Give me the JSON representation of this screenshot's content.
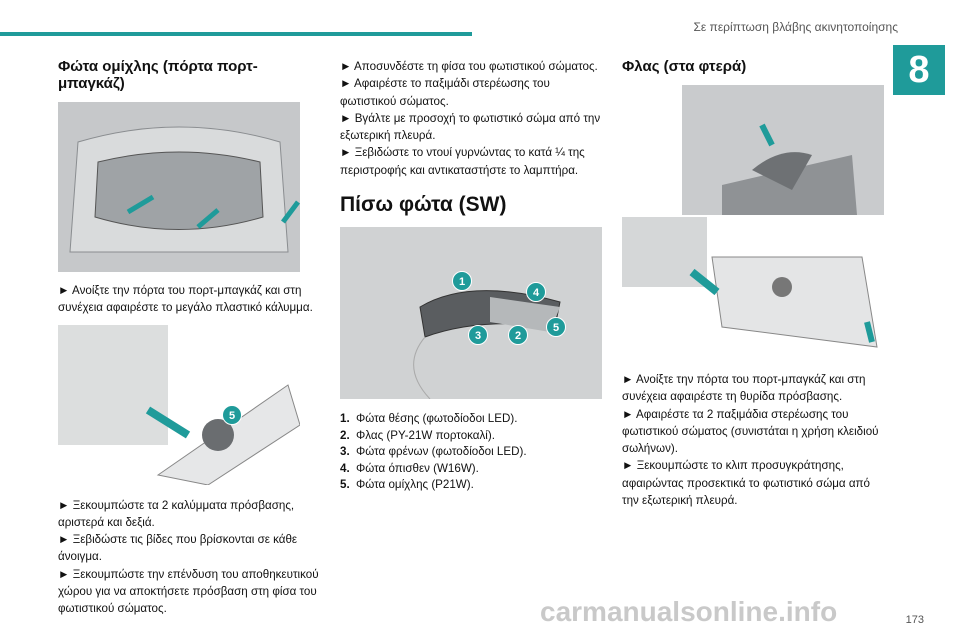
{
  "header": {
    "title": "Σε περίπτωση βλάβης ακινητοποίησης"
  },
  "chapter": "8",
  "col1": {
    "heading": "Φώτα ομίχλης (πόρτα πορτ-μπαγκάζ)",
    "p1": "► Ανοίξτε την πόρτα του πορτ-μπαγκάζ και στη συνέχεια αφαιρέστε το μεγάλο πλαστικό κάλυμμα.",
    "callout": "5",
    "p2": [
      "► Ξεκουμπώστε τα 2 καλύμματα πρόσβασης, αριστερά και δεξιά.",
      "► Ξεβιδώστε τις βίδες που βρίσκονται σε κάθε άνοιγμα.",
      "► Ξεκουμπώστε την επένδυση του αποθηκευτικού χώρου για να αποκτήσετε πρόσβαση στη φίσα του φωτιστικού σώματος."
    ]
  },
  "col2": {
    "steps": [
      "► Αποσυνδέστε τη φίσα του φωτιστικού σώματος.",
      "► Αφαιρέστε το παξιμάδι στερέωσης του φωτιστικού σώματος.",
      "► Βγάλτε με προσοχή το φωτιστικό σώμα από την εξωτερική πλευρά.",
      "► Ξεβιδώστε το ντουί γυρνώντας το κατά ¼ της περιστροφής και αντικαταστήστε το λαμπτήρα."
    ],
    "heading": "Πίσω φώτα (SW)",
    "callouts": [
      "1",
      "4",
      "3",
      "2",
      "5"
    ],
    "list": [
      {
        "num": "1.",
        "text": "Φώτα θέσης (φωτοδίοδοι LED)."
      },
      {
        "num": "2.",
        "text": "Φλας (PY-21W πορτοκαλί)."
      },
      {
        "num": "3.",
        "text": "Φώτα φρένων (φωτοδίοδοι LED)."
      },
      {
        "num": "4.",
        "text": "Φώτα όπισθεν (W16W)."
      },
      {
        "num": "5.",
        "text": "Φώτα ομίχλης (P21W)."
      }
    ]
  },
  "col3": {
    "heading": "Φλας (στα φτερά)",
    "p": [
      "► Ανοίξτε την πόρτα του πορτ-μπαγκάζ και στη συνέχεια αφαιρέστε τη θυρίδα πρόσβασης.",
      "► Αφαιρέστε τα 2 παξιμάδια στερέωσης του φωτιστικού σώματος (συνιστάται η χρήση κλειδιού σωλήνων).",
      "► Ξεκουμπώστε το κλιπ προσυγκράτησης, αφαιρώντας προσεκτικά το φωτιστικό σώμα από την εξωτερική πλευρά."
    ]
  },
  "page_number": "173",
  "watermark": "carmanualsonline.info",
  "colors": {
    "accent": "#1f9b9a"
  }
}
